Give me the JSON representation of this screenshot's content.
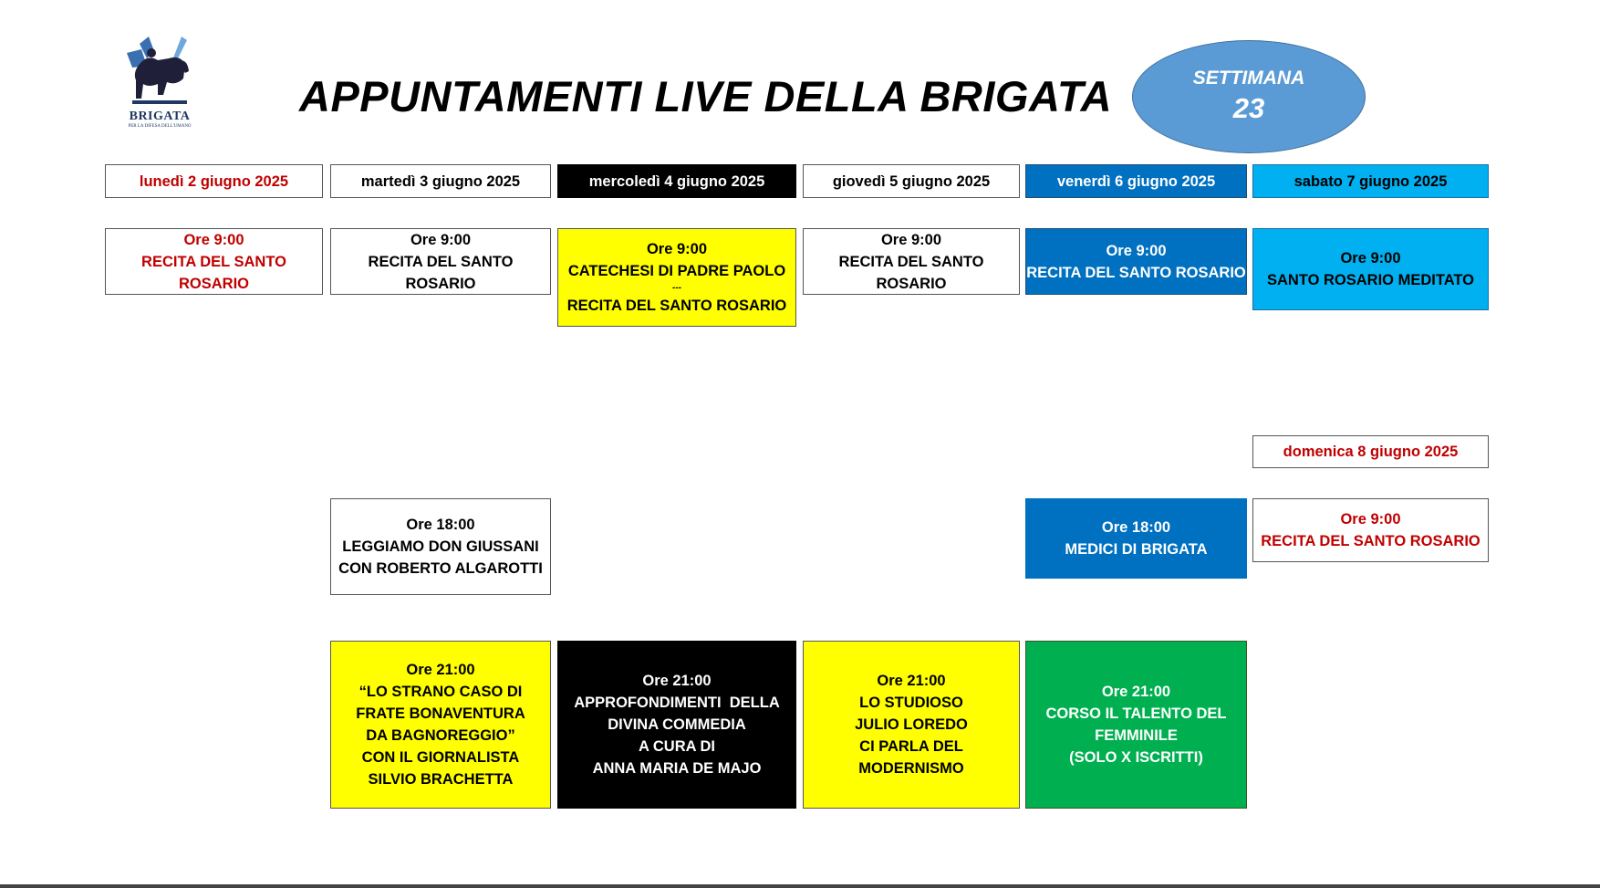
{
  "logo": {
    "name": "brigata-logo-icon",
    "text": "BRIGATA",
    "subtext": "PER LA DIFESA DELL'UMANO"
  },
  "title": "APPUNTAMENTI LIVE DELLA BRIGATA",
  "week": {
    "label": "SETTIMANA",
    "number": "23"
  },
  "colors": {
    "red": "#c00000",
    "yellow": "#ffff00",
    "black": "#000000",
    "blue": "#0070c0",
    "light_blue": "#00b0f0",
    "green": "#00b050",
    "week_oval": "#5b9bd5"
  },
  "days": {
    "mon": "lunedì 2 giugno 2025",
    "tue": "martedì 3 giugno 2025",
    "wed": "mercoledì 4 giugno 2025",
    "thu": "giovedì 5 giugno 2025",
    "fri": "venerdì 6 giugno 2025",
    "sat": "sabato 7 giugno 2025",
    "sun": "domenica 8 giugno 2025"
  },
  "events": {
    "mon_morning": {
      "time": "Ore 9:00",
      "l1": "RECITA DEL SANTO ROSARIO"
    },
    "tue_morning": {
      "time": "Ore 9:00",
      "l1": "RECITA DEL SANTO ROSARIO"
    },
    "wed_morning": {
      "time": "Ore 9:00",
      "l1": "CATECHESI DI PADRE PAOLO",
      "sep": "---",
      "l2": "RECITA DEL SANTO ROSARIO"
    },
    "thu_morning": {
      "time": "Ore 9:00",
      "l1": "RECITA DEL SANTO ROSARIO"
    },
    "fri_morning": {
      "time": "Ore 9:00",
      "l1": "RECITA DEL SANTO ROSARIO"
    },
    "sat_morning": {
      "time": "Ore 9:00",
      "l1": "SANTO ROSARIO MEDITATO"
    },
    "sun_morning": {
      "time": "Ore 9:00",
      "l1": "RECITA DEL SANTO ROSARIO"
    },
    "tue_afternoon": {
      "time": "Ore 18:00",
      "l1": "LEGGIAMO DON GIUSSANI",
      "l2": "CON ROBERTO ALGAROTTI"
    },
    "fri_afternoon": {
      "time": "Ore 18:00",
      "l1": "MEDICI DI BRIGATA"
    },
    "tue_evening": {
      "time": "Ore 21:00",
      "l1": "“LO STRANO CASO DI",
      "l2": "FRATE BONAVENTURA",
      "l3": "DA BAGNOREGGIO”",
      "l4": "CON IL GIORNALISTA",
      "l5": "SILVIO BRACHETTA"
    },
    "wed_evening": {
      "time": "Ore 21:00",
      "l1": "APPROFONDIMENTI  DELLA",
      "l2": "DIVINA COMMEDIA",
      "l3": "A CURA DI",
      "l4": "ANNA MARIA DE MAJO"
    },
    "thu_evening": {
      "time": "Ore 21:00",
      "l1": "LO STUDIOSO",
      "l2": "JULIO LOREDO",
      "l3": "CI PARLA DEL",
      "l4": "MODERNISMO"
    },
    "fri_evening": {
      "time": "Ore 21:00",
      "l1": "CORSO IL TALENTO DEL",
      "l2": "FEMMINILE",
      "l3": "(SOLO X ISCRITTI)"
    }
  }
}
